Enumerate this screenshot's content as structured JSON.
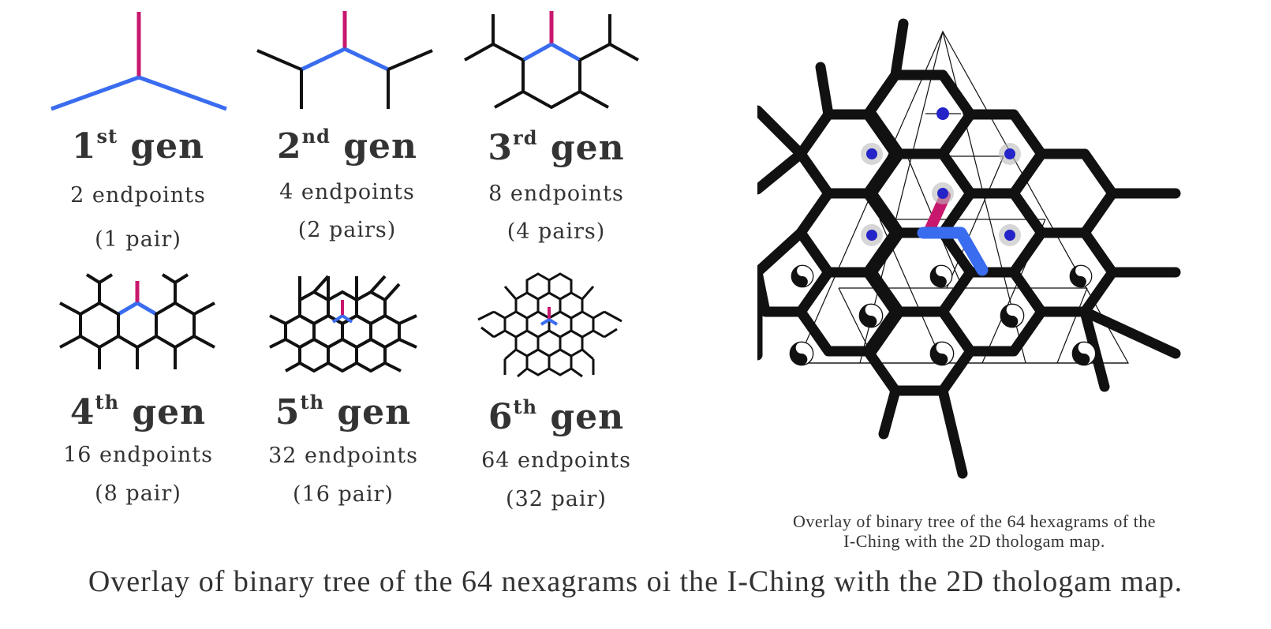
{
  "colors": {
    "line": "#111111",
    "trunk": "#c8186e",
    "branch": "#3a6cf0"
  },
  "generations": [
    {
      "number": "1",
      "suffix": "st",
      "word": "gen",
      "endpoints": "2 endpoints",
      "pairs": "(1 pair)"
    },
    {
      "number": "2",
      "suffix": "nd",
      "word": "gen",
      "endpoints": "4 endpoints",
      "pairs": "(2 pairs)"
    },
    {
      "number": "3",
      "suffix": "rd",
      "word": "gen",
      "endpoints": "8 endpoints",
      "pairs": "(4 pairs)"
    },
    {
      "number": "4",
      "suffix": "th",
      "word": "gen",
      "endpoints": "16 endpoints",
      "pairs": "(8 pair)"
    },
    {
      "number": "5",
      "suffix": "th",
      "word": "gen",
      "endpoints": "32 endpoints",
      "pairs": "(16 pair)"
    },
    {
      "number": "6",
      "suffix": "th",
      "word": "gen",
      "endpoints": "64 endpoints",
      "pairs": "(32 pair)"
    }
  ],
  "overlay_caption_line1": "Overlay of binary tree of the 64 hexagrams of the",
  "overlay_caption_line2": "I-Ching with the 2D thologam map.",
  "main_caption": "Overlay of binary tree of the 64 nexagrams oi the I-Ching with the 2D thologam map.",
  "map_icons": [
    "yin-yang-icon"
  ]
}
